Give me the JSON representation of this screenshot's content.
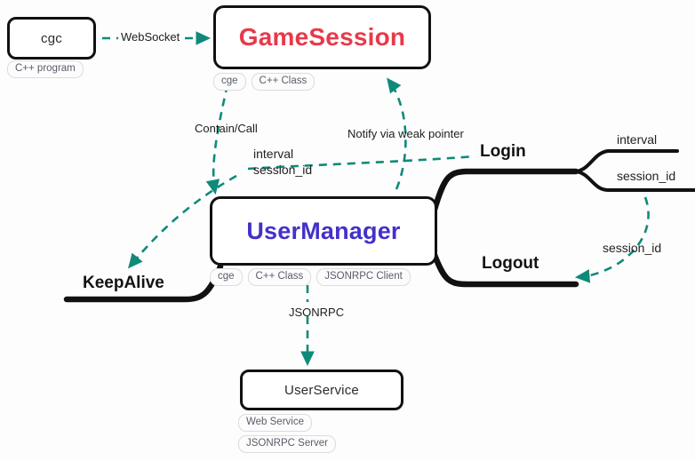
{
  "diagram": {
    "title": "GameSession / UserManager architecture",
    "colors": {
      "background": "#fdfdfd",
      "node_border": "#111111",
      "gamesession_text": "#e8394a",
      "usermanager_text": "#4331c9",
      "edge_teal": "#0f8a7a",
      "branch_black": "#111111",
      "tag_text": "#5c5c6b",
      "tag_border": "#dcdcdc"
    }
  },
  "nodes": {
    "cgc": {
      "label": "cgc",
      "tags": [
        "C++ program"
      ]
    },
    "gamesession": {
      "label": "GameSession",
      "tags": [
        "cge",
        "C++ Class"
      ]
    },
    "usermanager": {
      "label": "UserManager",
      "tags": [
        "cge",
        "C++ Class",
        "JSONRPC Client"
      ]
    },
    "userservice": {
      "label": "UserService",
      "tags": [
        "Web Service",
        "JSONRPC Server"
      ]
    }
  },
  "edges": {
    "websocket": "WebSocket",
    "contain_call": "Contain/Call",
    "notify_weak_pointer": "Notify via weak pointer",
    "interval_center": "interval",
    "session_id_center": "session_id",
    "session_id_arrow": "session_id",
    "jsonrpc": "JSONRPC"
  },
  "branches": {
    "login": "Login",
    "logout": "Logout",
    "keepalive": "KeepAlive",
    "login_params": [
      "interval",
      "session_id"
    ]
  }
}
